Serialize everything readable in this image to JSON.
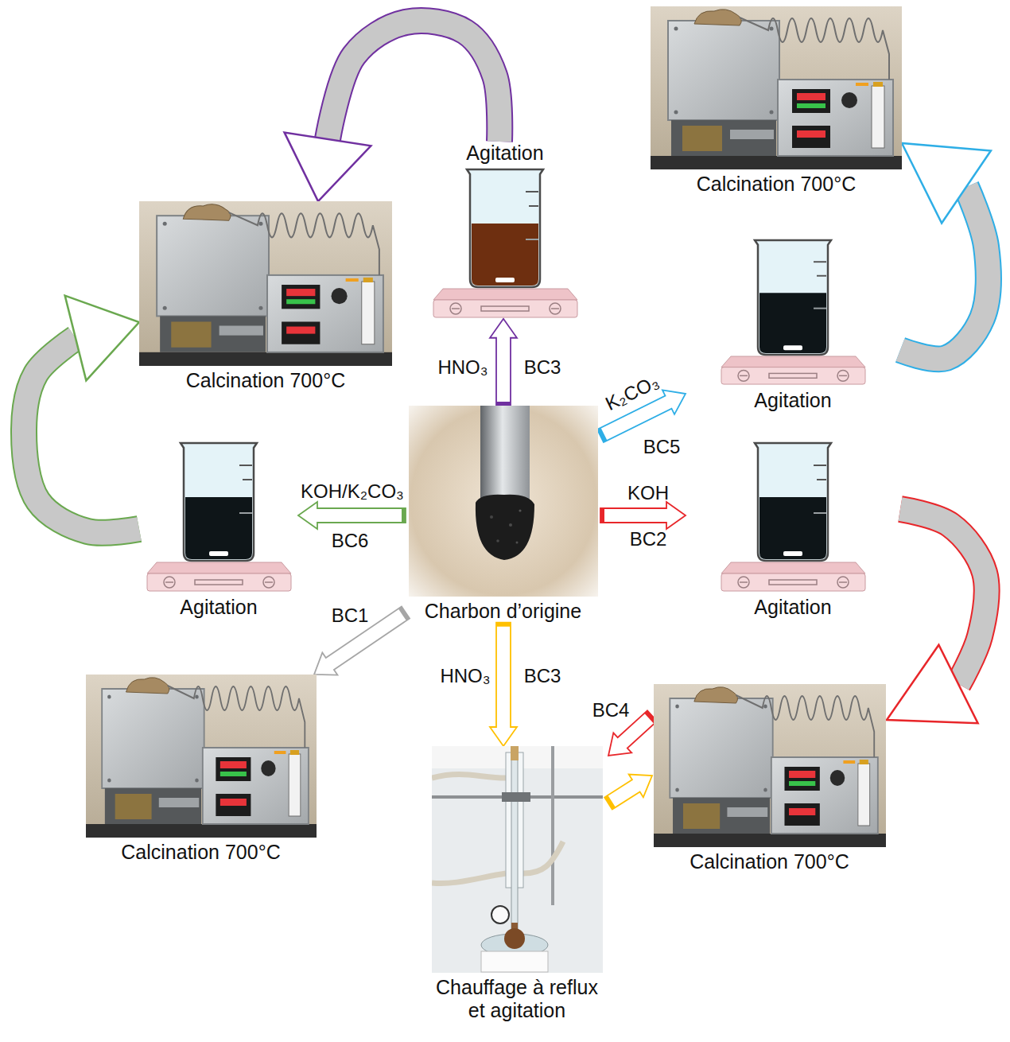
{
  "diagram": {
    "nodes": [
      {
        "text": [
          "Agitation"
        ]
      },
      {
        "text": [
          "Calcination 700°C"
        ]
      },
      {
        "text": [
          "Calcination 700°C"
        ]
      },
      {
        "text": [
          "Agitation"
        ]
      },
      {
        "text": [
          "Agitation"
        ]
      },
      {
        "text": [
          "Charbon d’origine"
        ]
      },
      {
        "text": [
          "Agitation"
        ]
      },
      {
        "text": [
          "Calcination 700°C"
        ]
      },
      {
        "text": [
          "Calcination 700°C"
        ]
      },
      {
        "text": [
          "Chauffage à reflux et agitation"
        ]
      }
    ],
    "edges": [
      {
        "from": 5,
        "to": 0,
        "arrow": "to"
      },
      {
        "from": 0,
        "to": 2,
        "arrow": "to"
      },
      {
        "from": 5,
        "to": 3,
        "arrow": "to"
      },
      {
        "from": 3,
        "to": 1,
        "arrow": "to"
      },
      {
        "from": 5,
        "to": 6,
        "arrow": "to"
      },
      {
        "from": 6,
        "to": 8,
        "arrow": "to"
      },
      {
        "from": 5,
        "to": 4,
        "arrow": "to"
      },
      {
        "from": 4,
        "to": 2,
        "arrow": "to"
      },
      {
        "from": 5,
        "to": 7,
        "arrow": "to"
      },
      {
        "from": 5,
        "to": 9,
        "arrow": "to"
      },
      {
        "from": 8,
        "to": 9,
        "arrow": "to"
      },
      {
        "from": 9,
        "to": 8,
        "arrow": "to"
      }
    ],
    "labels": [
      "HNO₃",
      "BC3",
      "K₂CO₃",
      "BC5",
      "KOH",
      "BC2",
      "KOH/K₂CO₃",
      "BC6",
      "BC1",
      "HNO₃",
      "BC3",
      "BC4"
    ]
  }
}
